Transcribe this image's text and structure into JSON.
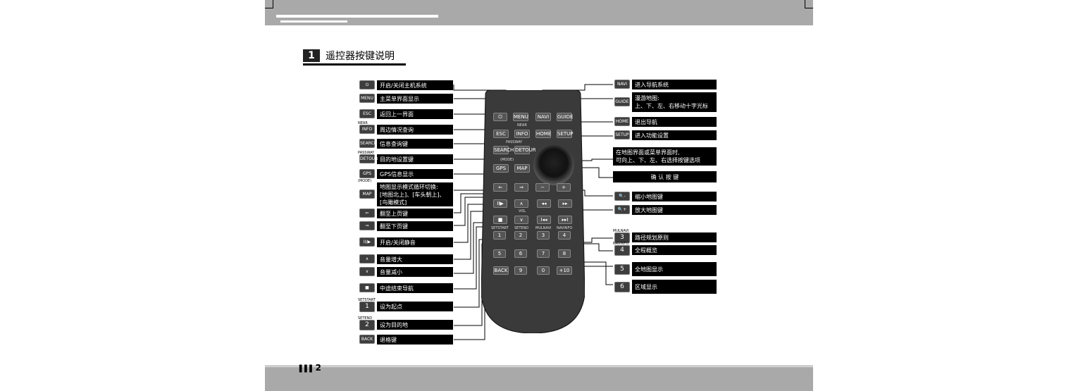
{
  "section": {
    "number": "1",
    "title": "遥控器按键说明"
  },
  "page_number": "2",
  "left_labels": [
    {
      "icon": "⏻",
      "text": "开启/关闭主机系统"
    },
    {
      "icon": "MENU",
      "text": "主菜单界面显示"
    },
    {
      "icon": "ESC",
      "text": "返回上一界面"
    },
    {
      "icon": "INFO",
      "sup": "NEAR",
      "text": "周边情况查询"
    },
    {
      "icon": "SEARCH",
      "text": "信息查询键"
    },
    {
      "icon": "DETOUR",
      "sup": "PASSWAY",
      "text": "目的地设置键"
    },
    {
      "icon": "GPS",
      "text": "GPS信息显示"
    },
    {
      "icon": "MAP",
      "sup": "(MODE)",
      "text": "地图显示模式循环切换:\n[地图北上]、[车头朝上]、\n[鸟瞰模式]"
    },
    {
      "icon": "⇐",
      "text": "翻至上页键"
    },
    {
      "icon": "⇒",
      "text": "翻至下页键"
    },
    {
      "icon": "II/▶",
      "text": "开启/关闭静音"
    },
    {
      "icon": "∧",
      "text": "音量增大"
    },
    {
      "icon": "∨",
      "text": "音量减小"
    },
    {
      "icon": "■",
      "text": "中途结束导航"
    },
    {
      "icon": "1",
      "sup": "SETSTART",
      "text": "设为起点"
    },
    {
      "icon": "2",
      "sup": "SETEND",
      "text": "设为目的地"
    },
    {
      "icon": "BACK",
      "text": "退格键"
    }
  ],
  "right_labels": [
    {
      "icon": "NAVI",
      "text": "进入导航系统"
    },
    {
      "icon": "GUIDE",
      "text": "漫游地图:\n上、下、左、右移动十字光标"
    },
    {
      "icon": "HOME",
      "text": "退出导航"
    },
    {
      "icon": "SETUP",
      "text": "进入功能设置"
    },
    {
      "icon": "",
      "text": "在地图界面或菜单界面时,\n可向上、下、左、右选择按键选项"
    },
    {
      "icon": "",
      "text": "确 认 按 键"
    },
    {
      "icon": "🔍-",
      "text": "缩小地图键"
    },
    {
      "icon": "🔍+",
      "text": "放大地图键"
    },
    {
      "icon": "3",
      "sup": "MULNAVI",
      "text": "路径规划原则"
    },
    {
      "icon": "4",
      "sup": "NAVINFO",
      "text": "全程概览"
    },
    {
      "icon": "5",
      "text": "全地图显示"
    },
    {
      "icon": "6",
      "text": "区域显示"
    }
  ],
  "remote": {
    "buttons": [
      "MENU",
      "NAVI",
      "GUIDE",
      "ESC",
      "INFO",
      "HOME",
      "SETUP",
      "SEARCH",
      "DETOUR",
      "GPS",
      "MAP",
      "1",
      "2",
      "3",
      "4",
      "5",
      "6",
      "7",
      "8",
      "BACK",
      "9",
      "0",
      "+10"
    ],
    "texts": [
      "NEAR",
      "PASSWAY",
      "(MODE)",
      "VOL",
      "SETSTART",
      "SETEND",
      "MULNAVI",
      "NAVINFO"
    ]
  }
}
